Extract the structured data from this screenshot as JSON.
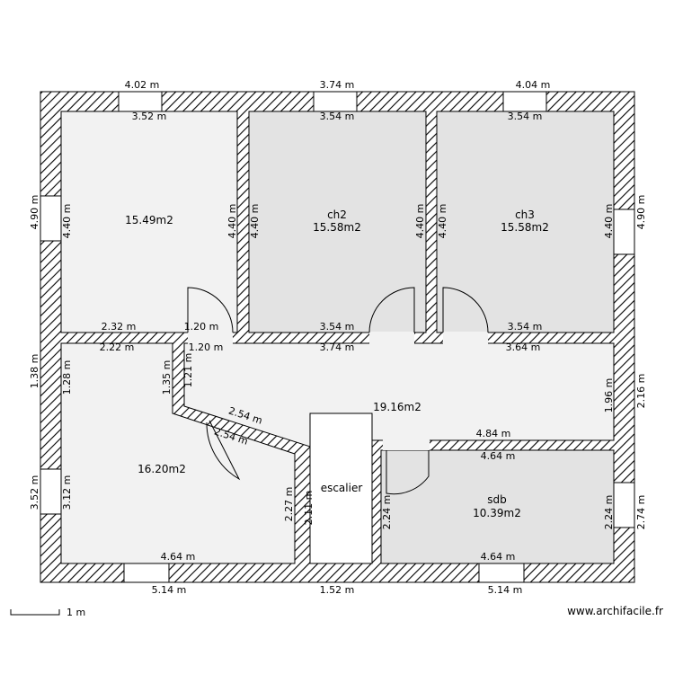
{
  "rooms": {
    "room1": {
      "area": "15.49m2"
    },
    "ch2": {
      "name": "ch2",
      "area": "15.58m2"
    },
    "ch3": {
      "name": "ch3",
      "area": "15.58m2"
    },
    "hall": {
      "area": "19.16m2"
    },
    "room5": {
      "area": "16.20m2"
    },
    "escalier": {
      "name": "escalier"
    },
    "sdb": {
      "name": "sdb",
      "area": "10.39m2"
    }
  },
  "dimensions": {
    "outer_top_1": "4.02 m",
    "outer_top_2": "3.74 m",
    "outer_top_3": "4.04 m",
    "outer_bottom_1": "5.14 m",
    "outer_bottom_2": "1.52 m",
    "outer_bottom_3": "5.14 m",
    "outer_left_1": "4.90 m",
    "outer_left_2": "1.38 m",
    "outer_left_3": "3.52 m",
    "outer_right_1": "4.90 m",
    "outer_right_2": "2.16 m",
    "outer_right_3": "2.74 m",
    "r1_top": "3.52 m",
    "r1_bottom": "2.32 m",
    "r1_door": "1.20 m",
    "r1_left": "4.40 m",
    "r1_right": "4.40 m",
    "ch2_top": "3.54 m",
    "ch2_bottom": "3.54 m",
    "ch2_left": "4.40 m",
    "ch2_right": "4.40 m",
    "ch3_top": "3.54 m",
    "ch3_bottom": "3.54 m",
    "ch3_left": "4.40 m",
    "ch3_right": "4.40 m",
    "hall_top_1": "1.20 m",
    "hall_top_2": "3.74 m",
    "hall_top_3": "3.64 m",
    "hall_left": "1.21 m",
    "hall_right": "1.96 m",
    "hall_bottom": "4.84 m",
    "diag_1": "2.54 m",
    "diag_2": "2.54 m",
    "r5_top": "2.22 m",
    "r5_left_1": "1.28 m",
    "r5_left_2": "3.12 m",
    "r5_inner": "1.35 m",
    "r5_bottom": "4.64 m",
    "r5_right": "2.27 m",
    "stair_left": "2.11 m",
    "sdb_top": "4.64 m",
    "sdb_bottom": "4.64 m",
    "sdb_left": "2.24 m",
    "sdb_right": "2.24 m"
  },
  "scale_label": "1 m",
  "watermark": "www.archifacile.fr",
  "colors": {
    "wall_hatch": "#000000",
    "room_light": "#f2f2f2",
    "room_dark": "#e3e3e3",
    "stair": "#ffffff"
  }
}
